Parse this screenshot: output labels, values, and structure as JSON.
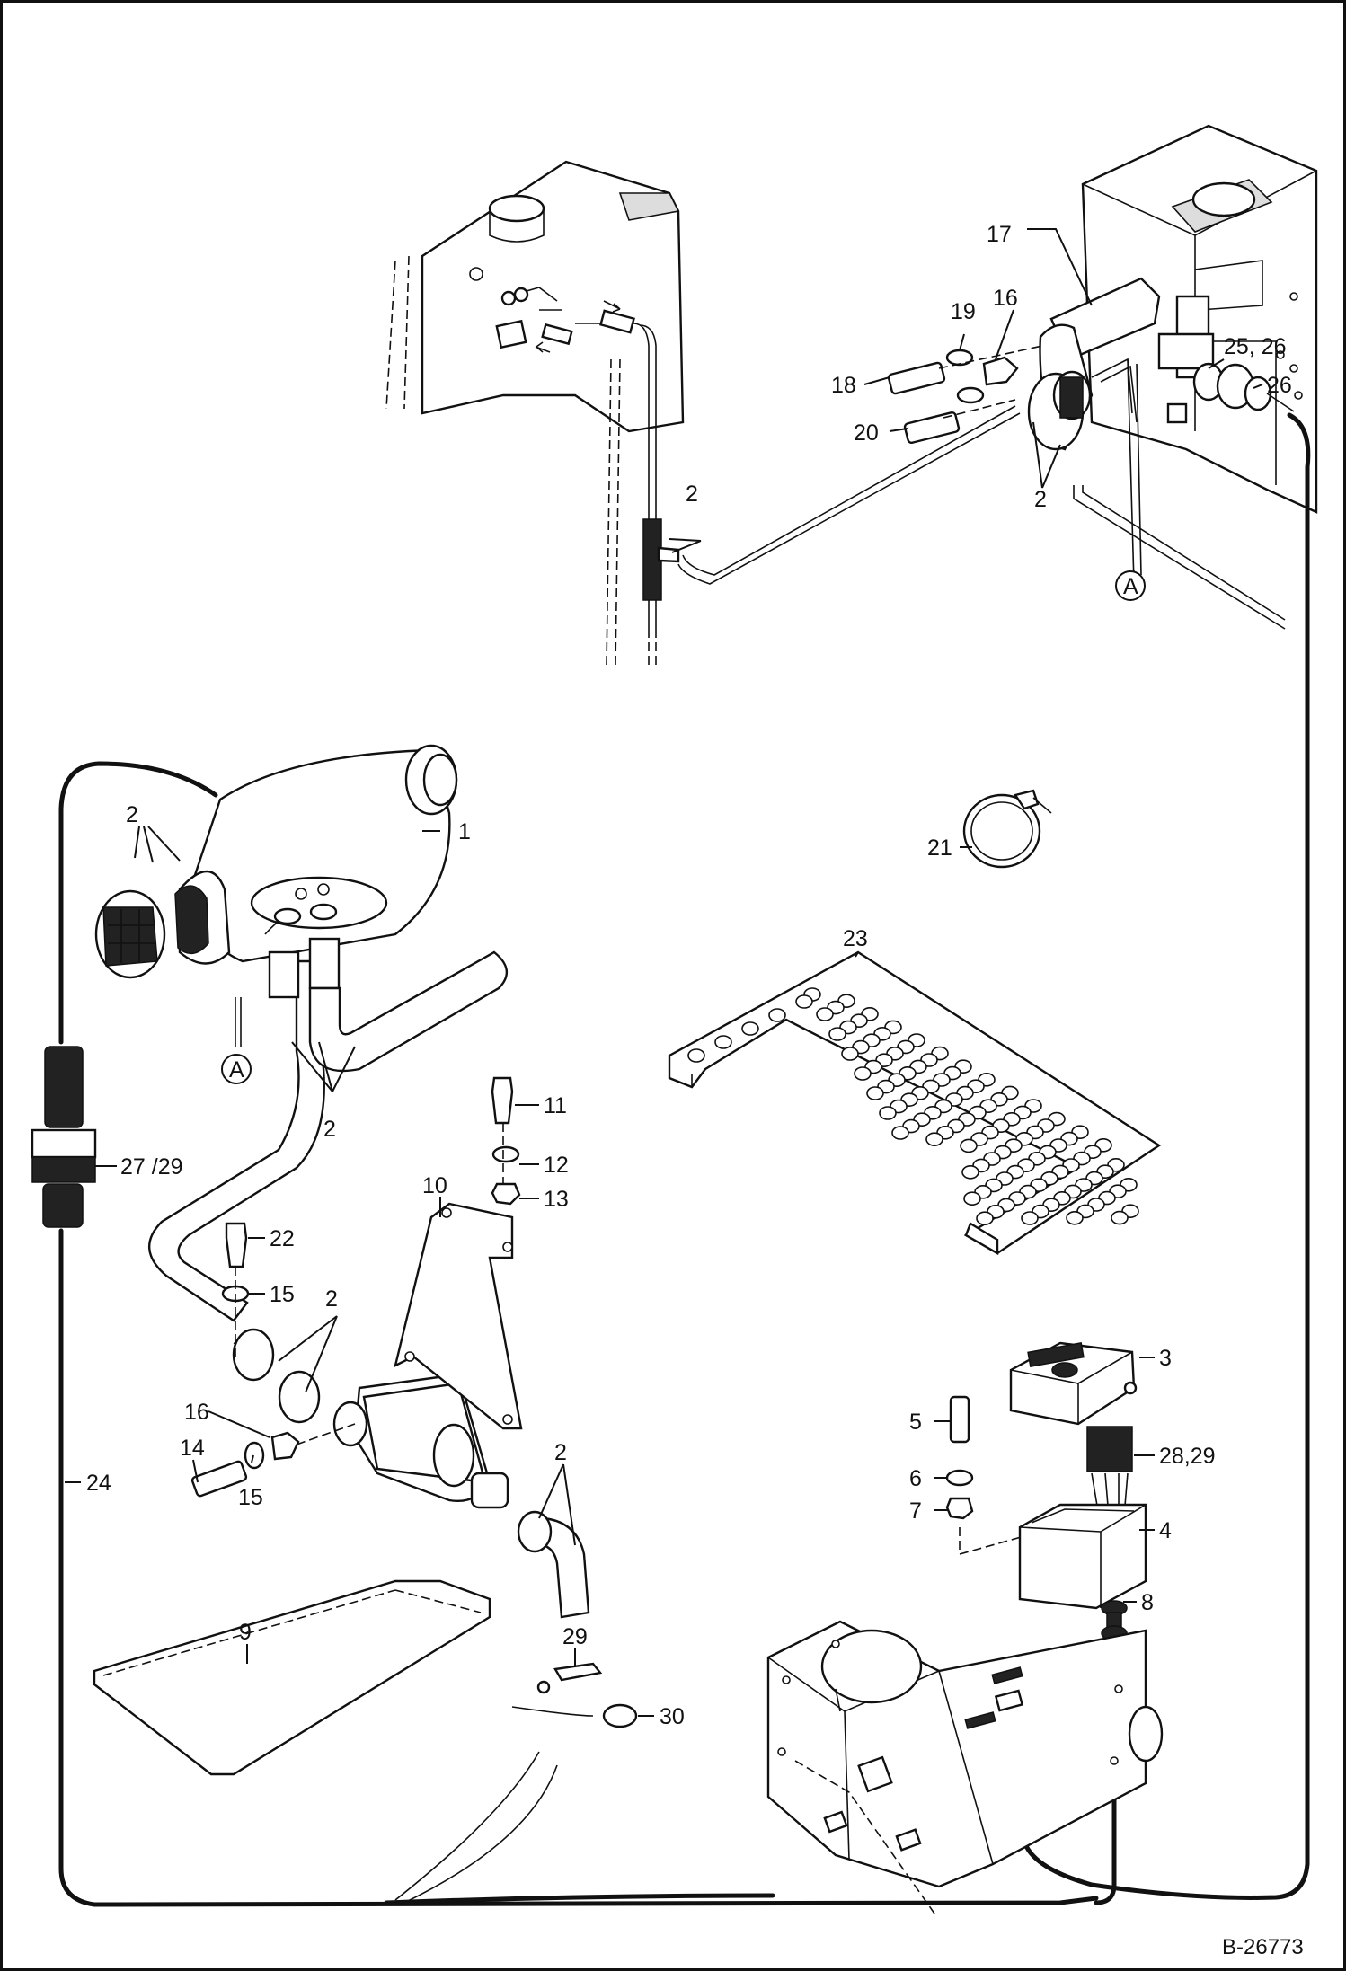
{
  "document_number": "B-26773",
  "reference_marker": "A",
  "labels": {
    "p1": "1",
    "p2": "2",
    "p3": "3",
    "p4": "4",
    "p5": "5",
    "p6": "6",
    "p7": "7",
    "p8": "8",
    "p9": "9",
    "p10": "10",
    "p11": "11",
    "p12": "12",
    "p13": "13",
    "p14": "14",
    "p15": "15",
    "p16": "16",
    "p17": "17",
    "p18": "18",
    "p19": "19",
    "p20": "20",
    "p21": "21",
    "p22": "22",
    "p23": "23",
    "p24": "24",
    "p25_26": "25, 26",
    "p26": "26",
    "p27_29": "27 /29",
    "p28_29": "28,29",
    "p29": "29",
    "p30": "30"
  }
}
